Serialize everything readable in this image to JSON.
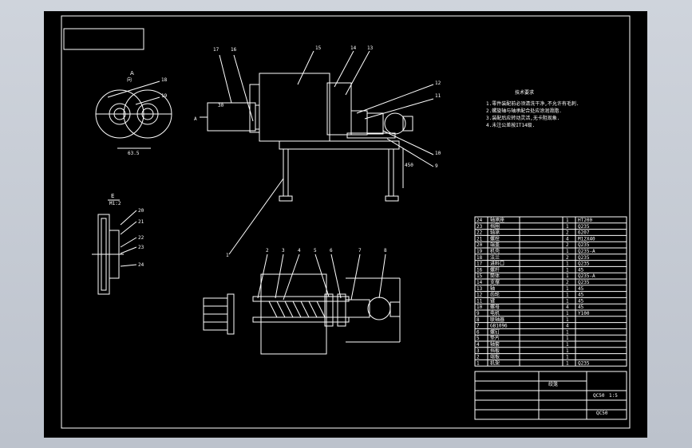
{
  "drawing": {
    "view_a_label": "A",
    "view_a_sub": "向 ",
    "view_e_label": "E",
    "view_e_sub": "M1:2",
    "dim_63": "63.5",
    "dim_30": "30",
    "arrow_a": "A",
    "dim_vertical": "450"
  },
  "balloons_main": [
    "17",
    "16",
    "15",
    "14",
    "13",
    "12",
    "11",
    "10",
    "9",
    "18",
    "19",
    "1",
    "20",
    "21",
    "22",
    "23",
    "24"
  ],
  "balloons_plan": [
    "2",
    "3",
    "4",
    "5",
    "6",
    "7",
    "8"
  ],
  "tech_title": "技术要求",
  "tech_notes": [
    "1.零件装配前必须清洗干净,不允许有毛刺.",
    "2.螺旋轴与轴承配合处应涂润滑脂.",
    "3.装配后应转动灵活,无卡阻现象.",
    "4.未注公差按IT14级."
  ],
  "bom_rows": [
    [
      "24",
      "轴承座",
      "1",
      "HT200"
    ],
    [
      "23",
      "挡圈",
      "1",
      "Q235"
    ],
    [
      "22",
      "轴承",
      "2",
      "6207"
    ],
    [
      "21",
      "螺栓",
      "4",
      "M12X40"
    ],
    [
      "20",
      "端盖",
      "2",
      "Q235"
    ],
    [
      "19",
      "机壳",
      "1",
      "Q235-A"
    ],
    [
      "18",
      "法兰",
      "2",
      "Q235"
    ],
    [
      "17",
      "进料口",
      "1",
      "Q235"
    ],
    [
      "16",
      "螺杆",
      "1",
      "45"
    ],
    [
      "15",
      "筒体",
      "1",
      "Q235-A"
    ],
    [
      "14",
      "支撑",
      "2",
      "Q235"
    ],
    [
      "13",
      "轴",
      "1",
      "45"
    ],
    [
      "12",
      "齿轮",
      "1",
      "45"
    ],
    [
      "11",
      "键",
      "1",
      "45"
    ],
    [
      "10",
      "螺母",
      "4",
      "45"
    ],
    [
      "9",
      "电机",
      "1",
      "Y100"
    ],
    [
      "8",
      "联轴器",
      "1",
      ""
    ],
    [
      "7",
      "GB1096",
      "4",
      ""
    ],
    [
      "6",
      "螺钉",
      "1",
      ""
    ],
    [
      "5",
      "垫片",
      "1",
      ""
    ],
    [
      "4",
      "轴套",
      "1",
      ""
    ],
    [
      "3",
      "挡板",
      "1",
      ""
    ],
    [
      "2",
      "端板",
      "1",
      ""
    ],
    [
      "1",
      "机架",
      "1",
      "Q235"
    ]
  ],
  "title_block": {
    "name": "绞笼",
    "code": "QC50",
    "scale": "1:5",
    "drawing_no": "QC50"
  }
}
